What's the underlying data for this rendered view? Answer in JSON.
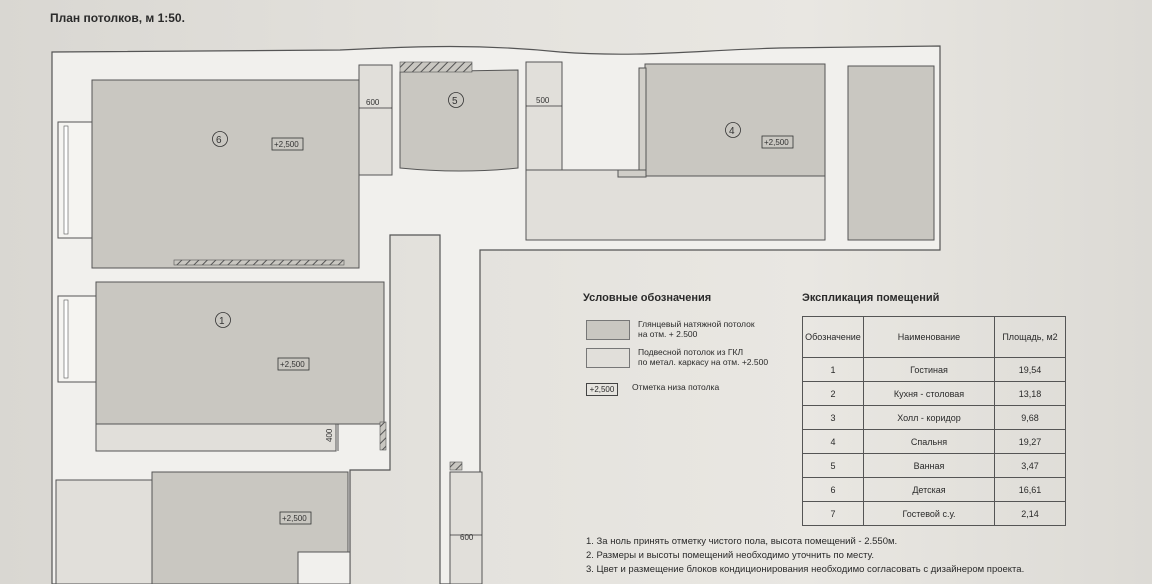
{
  "title": "План потолков, м 1:50.",
  "rooms": [
    {
      "id": "6",
      "level": "+2,500"
    },
    {
      "id": "5"
    },
    {
      "id": "4",
      "level": "+2,500"
    },
    {
      "id": "1",
      "level": "+2,500"
    },
    {
      "level": "+2,500"
    }
  ],
  "dimensions": [
    "600",
    "500",
    "400",
    "600"
  ],
  "legend": {
    "title": "Условные обозначения",
    "items": [
      {
        "text": "Глянцевый натяжной потолок\nна отм. + 2.500"
      },
      {
        "text": "Подвесной потолок из ГКЛ\nпо метал. каркасу на отм. +2.500"
      },
      {
        "mark": "+2,500",
        "text": "Отметка низа потолка"
      }
    ]
  },
  "explication": {
    "title": "Экспликация помещений",
    "headers": [
      "Обозначение",
      "Наименование",
      "Площадь, м2"
    ],
    "rows": [
      [
        "1",
        "Гостиная",
        "19,54"
      ],
      [
        "2",
        "Кухня - столовая",
        "13,18"
      ],
      [
        "3",
        "Холл - коридор",
        "9,68"
      ],
      [
        "4",
        "Спальня",
        "19,27"
      ],
      [
        "5",
        "Ванная",
        "3,47"
      ],
      [
        "6",
        "Детская",
        "16,61"
      ],
      [
        "7",
        "Гостевой с.у.",
        "2,14"
      ]
    ]
  },
  "notes": [
    "1. За ноль принять отметку чистого пола, высота помещений - 2.550м.",
    "2. Размеры и высоты помещений необходимо уточнить по месту.",
    "3. Цвет и размещение блоков кондиционирования необходимо согласовать с дизайнером проекта."
  ],
  "colors": {
    "gloss": "#c9c7c1",
    "gkl": "#e1dfda",
    "wall": "#f2f1ee",
    "line": "#555555"
  }
}
